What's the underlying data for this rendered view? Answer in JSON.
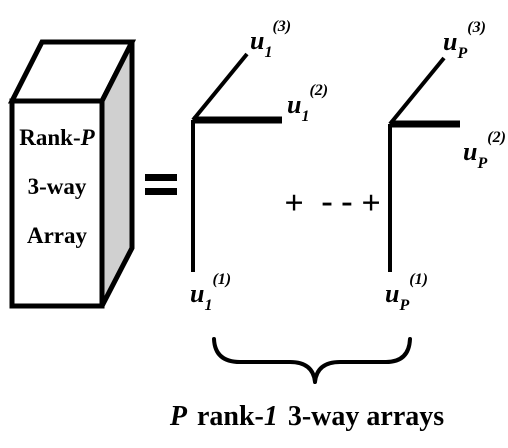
{
  "cube": {
    "line1": "Rank-",
    "line1_var": "P",
    "line2": "3-way",
    "line3": "Array"
  },
  "equals": "=",
  "term1": {
    "base": "u",
    "sub": "1",
    "sup3": "(3)",
    "sup2": "(2)",
    "sup1": "(1)"
  },
  "termP": {
    "base": "u",
    "sub": "P",
    "sup3": "(3)",
    "sup2": "(2)",
    "sup1": "(1)"
  },
  "ellipsis": {
    "plus_left": "+",
    "dashes": "- -",
    "plus_right": "+"
  },
  "caption": {
    "var": "P",
    "part1": "rank-",
    "one": "1",
    "part2": "3-way arrays"
  },
  "colors": {
    "ink": "#000000",
    "cube_side": "#d0d0d0",
    "background": "#ffffff"
  }
}
